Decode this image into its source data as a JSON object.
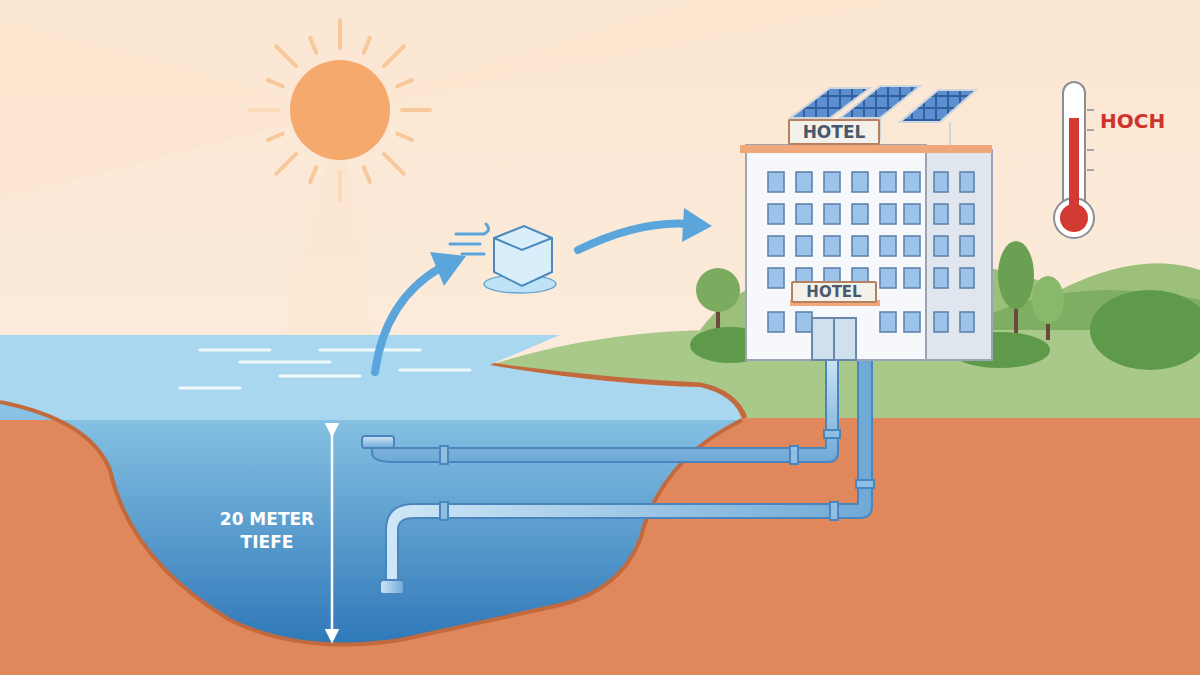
{
  "diagram": {
    "nodes": [
      {
        "text": [
          "HOTEL"
        ]
      },
      {
        "text": [
          "HOTEL"
        ]
      }
    ],
    "labels": [
      "HOCH",
      "20 METER TIEFE"
    ]
  }
}
